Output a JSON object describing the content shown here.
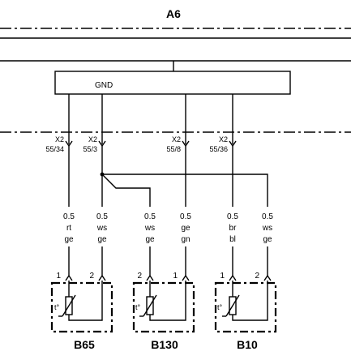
{
  "module": {
    "title": "A6",
    "gnd_label": "GND"
  },
  "connectors": [
    {
      "name": "X2",
      "pin": "55/34"
    },
    {
      "name": "X2",
      "pin": "55/3"
    },
    {
      "name": "X2",
      "pin": "55/8"
    },
    {
      "name": "X2",
      "pin": "55/36"
    }
  ],
  "wires": [
    {
      "size": "0.5",
      "color1": "rt",
      "color2": "ge"
    },
    {
      "size": "0.5",
      "color1": "ws",
      "color2": "ge"
    },
    {
      "size": "0.5",
      "color1": "ws",
      "color2": "ge"
    },
    {
      "size": "0.5",
      "color1": "ge",
      "color2": "gn"
    },
    {
      "size": "0.5",
      "color1": "br",
      "color2": "bl"
    },
    {
      "size": "0.5",
      "color1": "ws",
      "color2": "ge"
    }
  ],
  "sensors": [
    {
      "name": "B65",
      "pins": [
        "1",
        "2"
      ],
      "symbol": "t°"
    },
    {
      "name": "B130",
      "pins": [
        "2",
        "1"
      ],
      "symbol": "t°"
    },
    {
      "name": "B10",
      "pins": [
        "1",
        "2"
      ],
      "symbol": "t°"
    }
  ]
}
